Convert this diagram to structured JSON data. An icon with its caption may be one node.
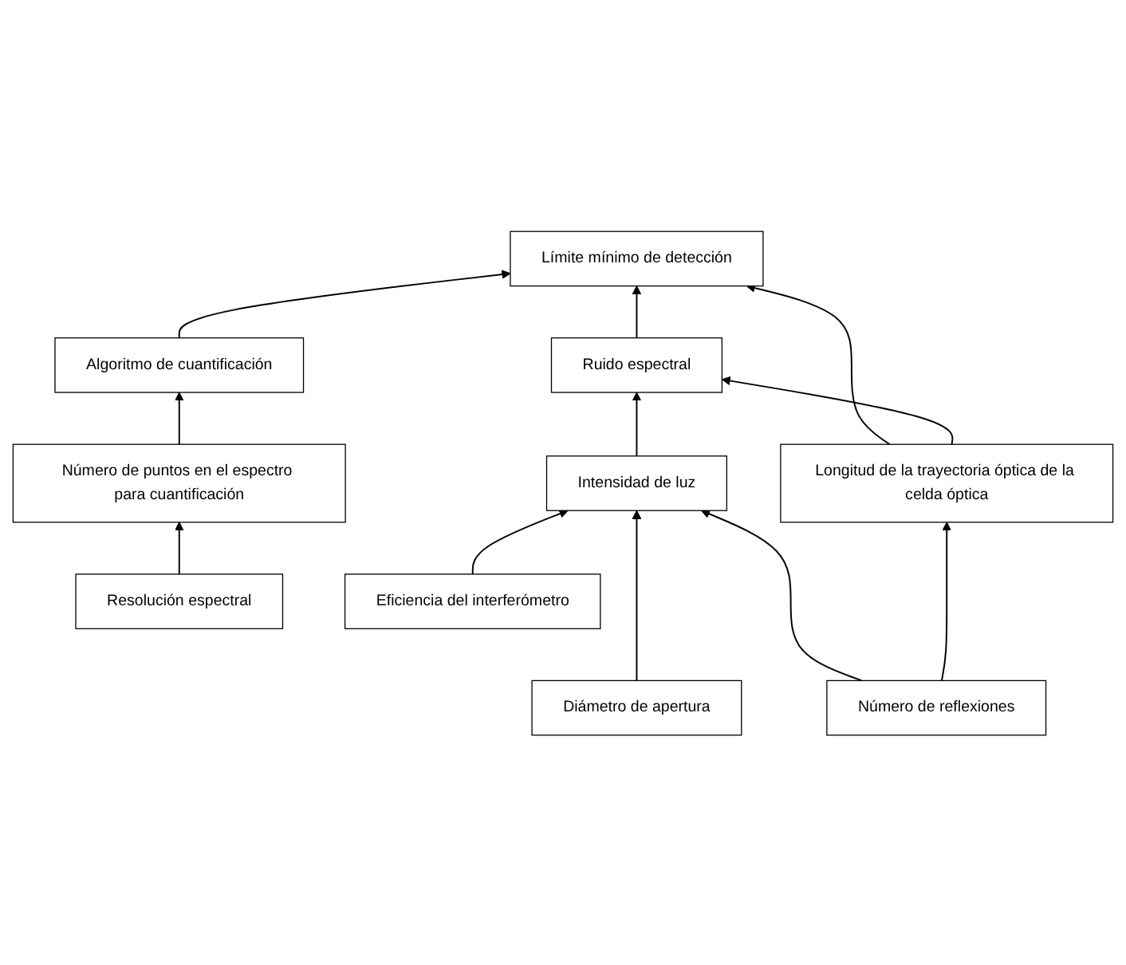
{
  "diagram": {
    "nodes": [
      {
        "text": [
          "Límite mínimo de detección"
        ]
      },
      {
        "text": [
          "Ruido espectral"
        ]
      },
      {
        "text": [
          "Algoritmo de cuantificación"
        ]
      },
      {
        "text": [
          "Longitud de la trayectoria óptica de la celda óptica"
        ]
      },
      {
        "text": [
          "Número de puntos en el espectro para cuantificación"
        ]
      },
      {
        "text": [
          "Resolución espectral"
        ]
      },
      {
        "text": [
          "Intensidad de luz"
        ]
      },
      {
        "text": [
          "Eficiencia del interferómetro"
        ]
      },
      {
        "text": [
          "Diámetro de apertura"
        ]
      },
      {
        "text": [
          "Número de reflexiones"
        ]
      }
    ],
    "edges": [
      {
        "from": 2,
        "to": 0,
        "arrow": "to"
      },
      {
        "from": 1,
        "to": 0,
        "arrow": "to"
      },
      {
        "from": 3,
        "to": 0,
        "arrow": "to"
      },
      {
        "from": 3,
        "to": 1,
        "arrow": "to"
      },
      {
        "from": 6,
        "to": 1,
        "arrow": "to"
      },
      {
        "from": 4,
        "to": 2,
        "arrow": "to"
      },
      {
        "from": 5,
        "to": 4,
        "arrow": "to"
      },
      {
        "from": 8,
        "to": 6,
        "arrow": "to"
      },
      {
        "from": 7,
        "to": 6,
        "arrow": "to"
      },
      {
        "from": 9,
        "to": 6,
        "arrow": "to"
      },
      {
        "from": 9,
        "to": 3,
        "arrow": "to"
      }
    ]
  }
}
